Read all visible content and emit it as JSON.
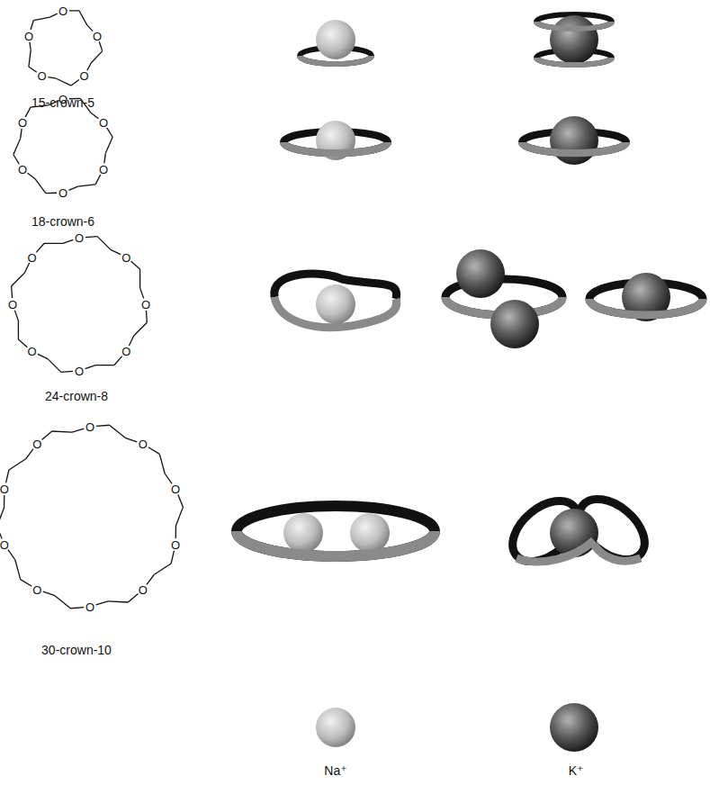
{
  "diagram": {
    "labels": [
      "O",
      "O",
      "O",
      "O",
      "O",
      "15-crown-5",
      "O",
      "O",
      "O",
      "O",
      "O",
      "O",
      "18-crown-6",
      "O",
      "O",
      "O",
      "O",
      "O",
      "O",
      "O",
      "O",
      "24-crown-8",
      "O",
      "O",
      "O",
      "O",
      "O",
      "O",
      "O",
      "O",
      "O",
      "O",
      "30-crown-10",
      "Na⁺",
      "K⁺"
    ]
  }
}
